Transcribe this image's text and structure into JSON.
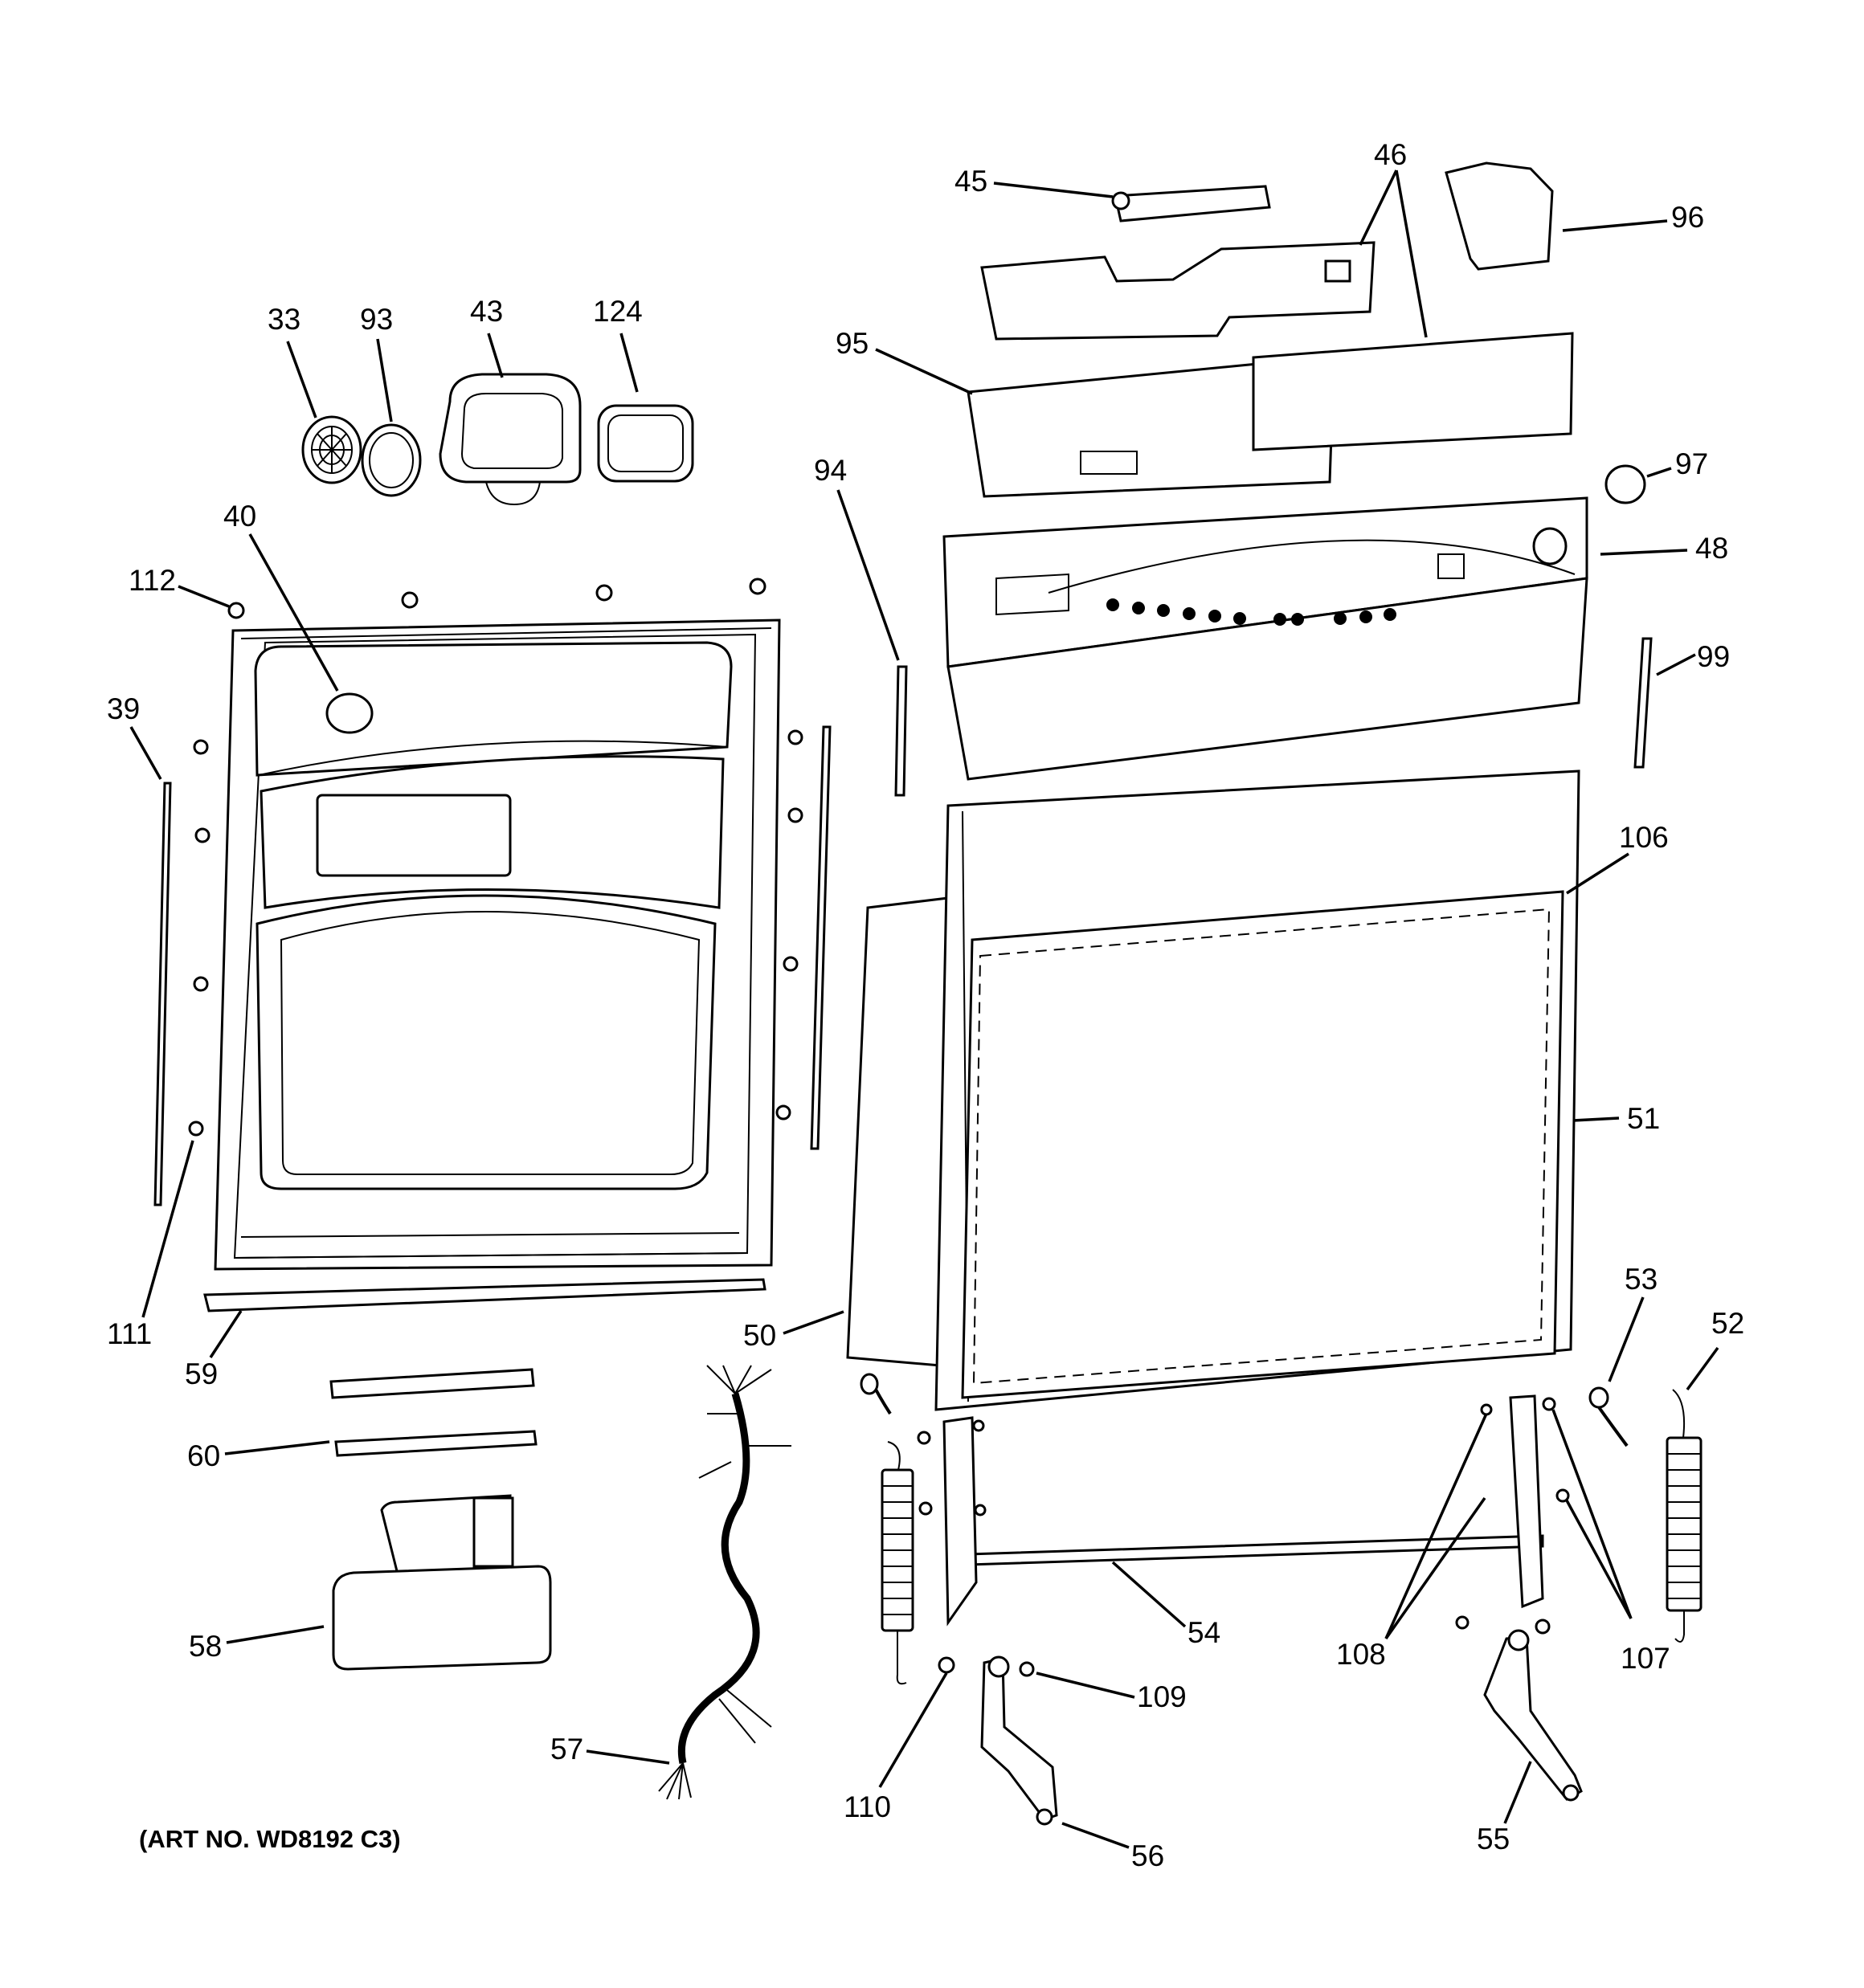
{
  "labels": {
    "p33": "33",
    "p93": "93",
    "p43": "43",
    "p124": "124",
    "p45": "45",
    "p46": "46",
    "p96": "96",
    "p95": "95",
    "p94": "94",
    "p97": "97",
    "p48": "48",
    "p40": "40",
    "p112": "112",
    "p39": "39",
    "p99": "99",
    "p106": "106",
    "p51": "51",
    "p111": "111",
    "p59": "59",
    "p50": "50",
    "p53": "53",
    "p52": "52",
    "p60": "60",
    "p54": "54",
    "p108": "108",
    "p107": "107",
    "p58": "58",
    "p109": "109",
    "p57": "57",
    "p110": "110",
    "p56": "56",
    "p55": "55"
  },
  "art_number": "(ART NO. WD8192 C3)"
}
